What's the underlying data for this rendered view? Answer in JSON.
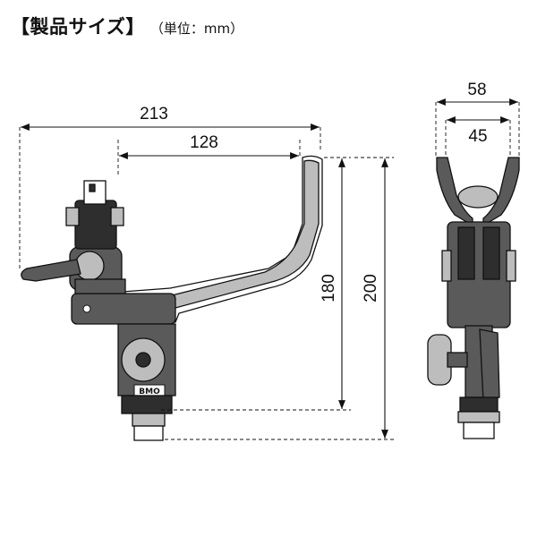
{
  "header": {
    "title": "【製品サイズ】",
    "unit": "（単位：mm）"
  },
  "dimensions": {
    "width_overall": "213",
    "width_arm": "128",
    "height_arm": "180",
    "height_overall": "200",
    "end_width_outer": "58",
    "end_width_inner": "45"
  },
  "logo_text": "BMO"
}
